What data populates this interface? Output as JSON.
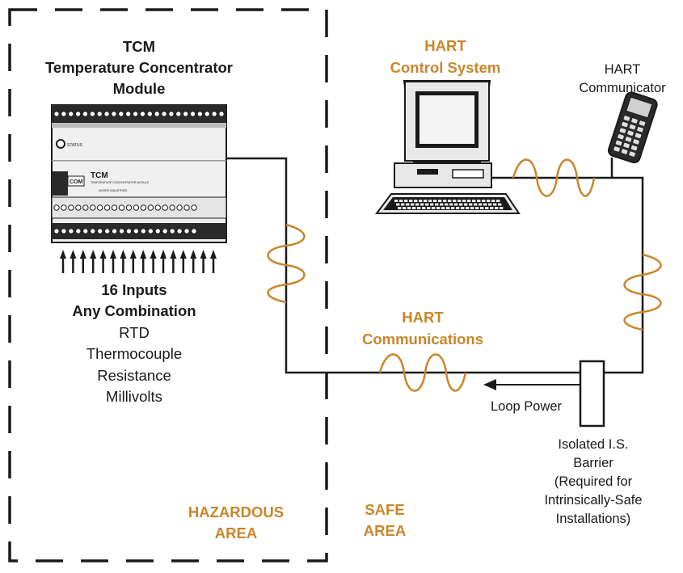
{
  "tcm": {
    "title_line1": "TCM",
    "title_line2": "Temperature Concentrator",
    "title_line3": "Module",
    "device_logo": "TCM",
    "device_com_label": "COM",
    "device_status_label": "STATUS",
    "device_subtext": "TEMPERATURE CONCENTRATOR MODULE",
    "device_brand": "MOORE INDUSTRIES"
  },
  "inputs": {
    "line1": "16 Inputs",
    "line2": "Any Combination",
    "types": [
      "RTD",
      "Thermocouple",
      "Resistance",
      "Millivolts"
    ],
    "arrow_count": 16
  },
  "hart_control": {
    "line1": "HART",
    "line2": "Control System"
  },
  "hart_communicator": {
    "line1": "HART",
    "line2": "Communicator"
  },
  "hart_communications": {
    "line1": "HART",
    "line2": "Communications"
  },
  "loop_power": "Loop Power",
  "barrier": {
    "lines": [
      "Isolated I.S.",
      "Barrier",
      "(Required for",
      "Intrinsically-Safe",
      "Installations)"
    ]
  },
  "areas": {
    "hazardous": [
      "HAZARDOUS",
      "AREA"
    ],
    "safe": [
      "SAFE",
      "AREA"
    ]
  },
  "colors": {
    "accent": "#c9862b",
    "ink": "#1a1a1a"
  }
}
